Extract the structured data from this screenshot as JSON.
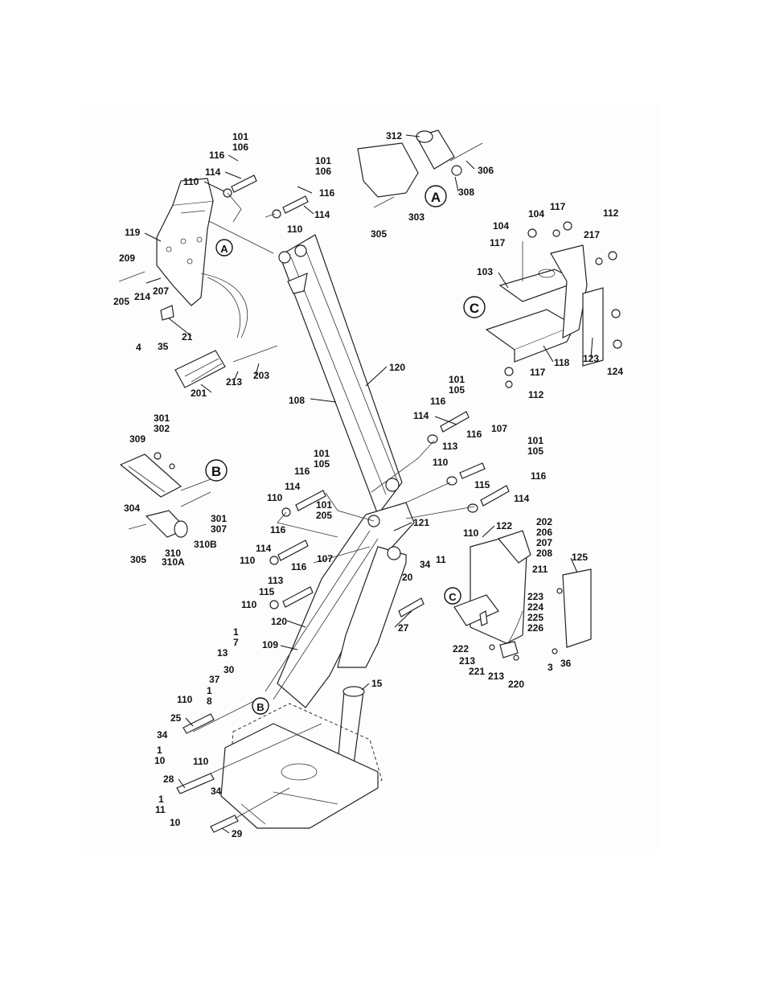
{
  "detail_callouts": {
    "a_main": "A",
    "a_detail": "A",
    "b_main": "B",
    "b_detail": "B",
    "c_main": "C",
    "c_detail": "C"
  },
  "labels": {
    "l101a": "101",
    "l106a": "106",
    "l116a": "116",
    "l114a": "114",
    "l110a": "110",
    "l101b": "101",
    "l106b": "106",
    "l116b": "116",
    "l114b": "114",
    "l110b": "110",
    "l119": "119",
    "l209": "209",
    "l207a": "207",
    "l214": "214",
    "l205a": "205",
    "l21": "21",
    "l4a": "4",
    "l35": "35",
    "l201": "201",
    "l213a": "213",
    "l203": "203",
    "l312": "312",
    "l306": "306",
    "l308": "308",
    "l303": "303",
    "l305a": "305",
    "l117a": "117",
    "l104a": "104",
    "l112a": "112",
    "l104b": "104",
    "l217a": "217",
    "l117b": "117",
    "l103": "103",
    "l118": "118",
    "l123": "123",
    "l124": "124",
    "l117c": "117",
    "l112b": "112",
    "l120a": "120",
    "l108": "108",
    "l101c": "101",
    "l105a": "105",
    "l116c": "116",
    "l114c": "114",
    "l110c": "110",
    "l113a": "113",
    "l116d": "116",
    "l107a": "107",
    "l115a": "115",
    "l101d": "101",
    "l105b": "105",
    "l116e": "116",
    "l114d": "114",
    "l110d": "110",
    "l301a": "301",
    "l302": "302",
    "l309": "309",
    "l304": "304",
    "l301b": "301",
    "l307": "307",
    "l310b": "310B",
    "l310": "310",
    "l310a": "310A",
    "l305b": "305",
    "l101e": "101",
    "l105c": "105",
    "l116f": "116",
    "l114e": "114",
    "l110e": "110",
    "l101f": "101",
    "l205b": "205",
    "l116g": "116",
    "l114f": "114",
    "l110f": "110",
    "l116h": "116",
    "l107b": "107",
    "l113b": "113",
    "l115b": "115",
    "l110g": "110",
    "l121": "121",
    "l120b": "120",
    "l122": "122",
    "l202": "202",
    "l206": "206",
    "l207b": "207",
    "l208": "208",
    "l125": "125",
    "l211": "211",
    "l223": "223",
    "l224": "224",
    "l225": "225",
    "l226": "226",
    "l34a": "34",
    "l11a": "11",
    "l20": "20",
    "l27": "27",
    "l222": "222",
    "l213b": "213",
    "l221": "221",
    "l213c": "213",
    "l220": "220",
    "l3": "3",
    "l36": "36",
    "l15": "15",
    "l1a": "1",
    "l7": "7",
    "l13": "13",
    "l109": "109",
    "l37": "37",
    "l30": "30",
    "l1b": "1",
    "l8": "8",
    "l110h": "110",
    "l25": "25",
    "l34b": "34",
    "l1c": "1",
    "l10a": "10",
    "l110i": "110",
    "l28": "28",
    "l1d": "1",
    "l11b": "11",
    "l34c": "34",
    "l10b": "10",
    "l29": "29"
  }
}
